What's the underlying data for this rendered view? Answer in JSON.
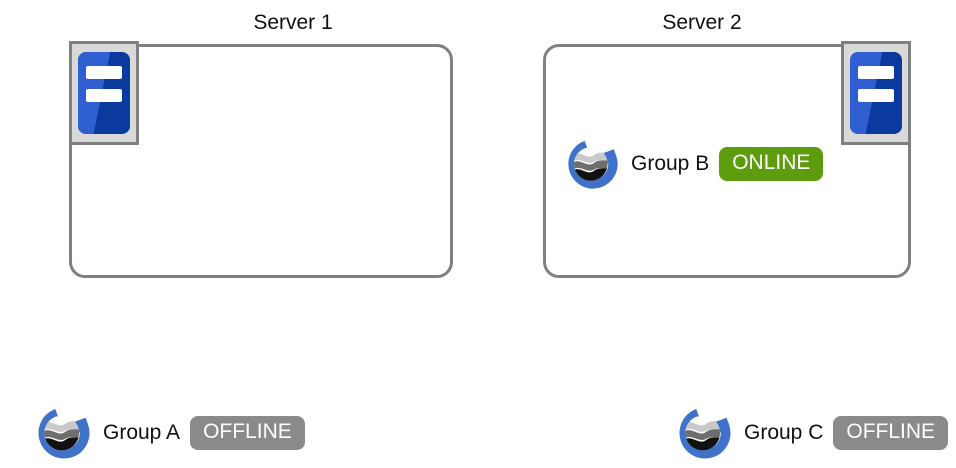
{
  "diagram": {
    "type": "deployment-topology",
    "background_color": "#ffffff",
    "line_color": "#808080"
  },
  "servers": [
    {
      "id": "server-1",
      "title": "Server 1",
      "icon": "server-rack-icon",
      "icon_position": "top-left",
      "groups": []
    },
    {
      "id": "server-2",
      "title": "Server 2",
      "icon": "server-rack-icon",
      "icon_position": "top-right",
      "groups": [
        {
          "id": "group-b",
          "logo": "geoserver-globe-icon",
          "label": "Group B",
          "status": "ONLINE",
          "status_color": "#5d9c0c"
        }
      ]
    }
  ],
  "network": {
    "bus_label": "",
    "connector_count": 2
  },
  "standalone_groups": [
    {
      "id": "group-a",
      "logo": "geoserver-globe-icon",
      "label": "Group A",
      "status": "OFFLINE",
      "status_color": "#8a8a8a"
    },
    {
      "id": "group-c",
      "logo": "geoserver-globe-icon",
      "label": "Group C",
      "status": "OFFLINE",
      "status_color": "#8a8a8a"
    }
  ],
  "colors": {
    "online": "#5d9c0c",
    "offline": "#8a8a8a",
    "outline": "#808080",
    "badge_plaque": "#d9d9d9",
    "icon_blue_light": "#2f5fd0",
    "icon_blue_dark": "#0b3a9e",
    "logo_ring_blue": "#3f72c8",
    "text": "#111111"
  }
}
